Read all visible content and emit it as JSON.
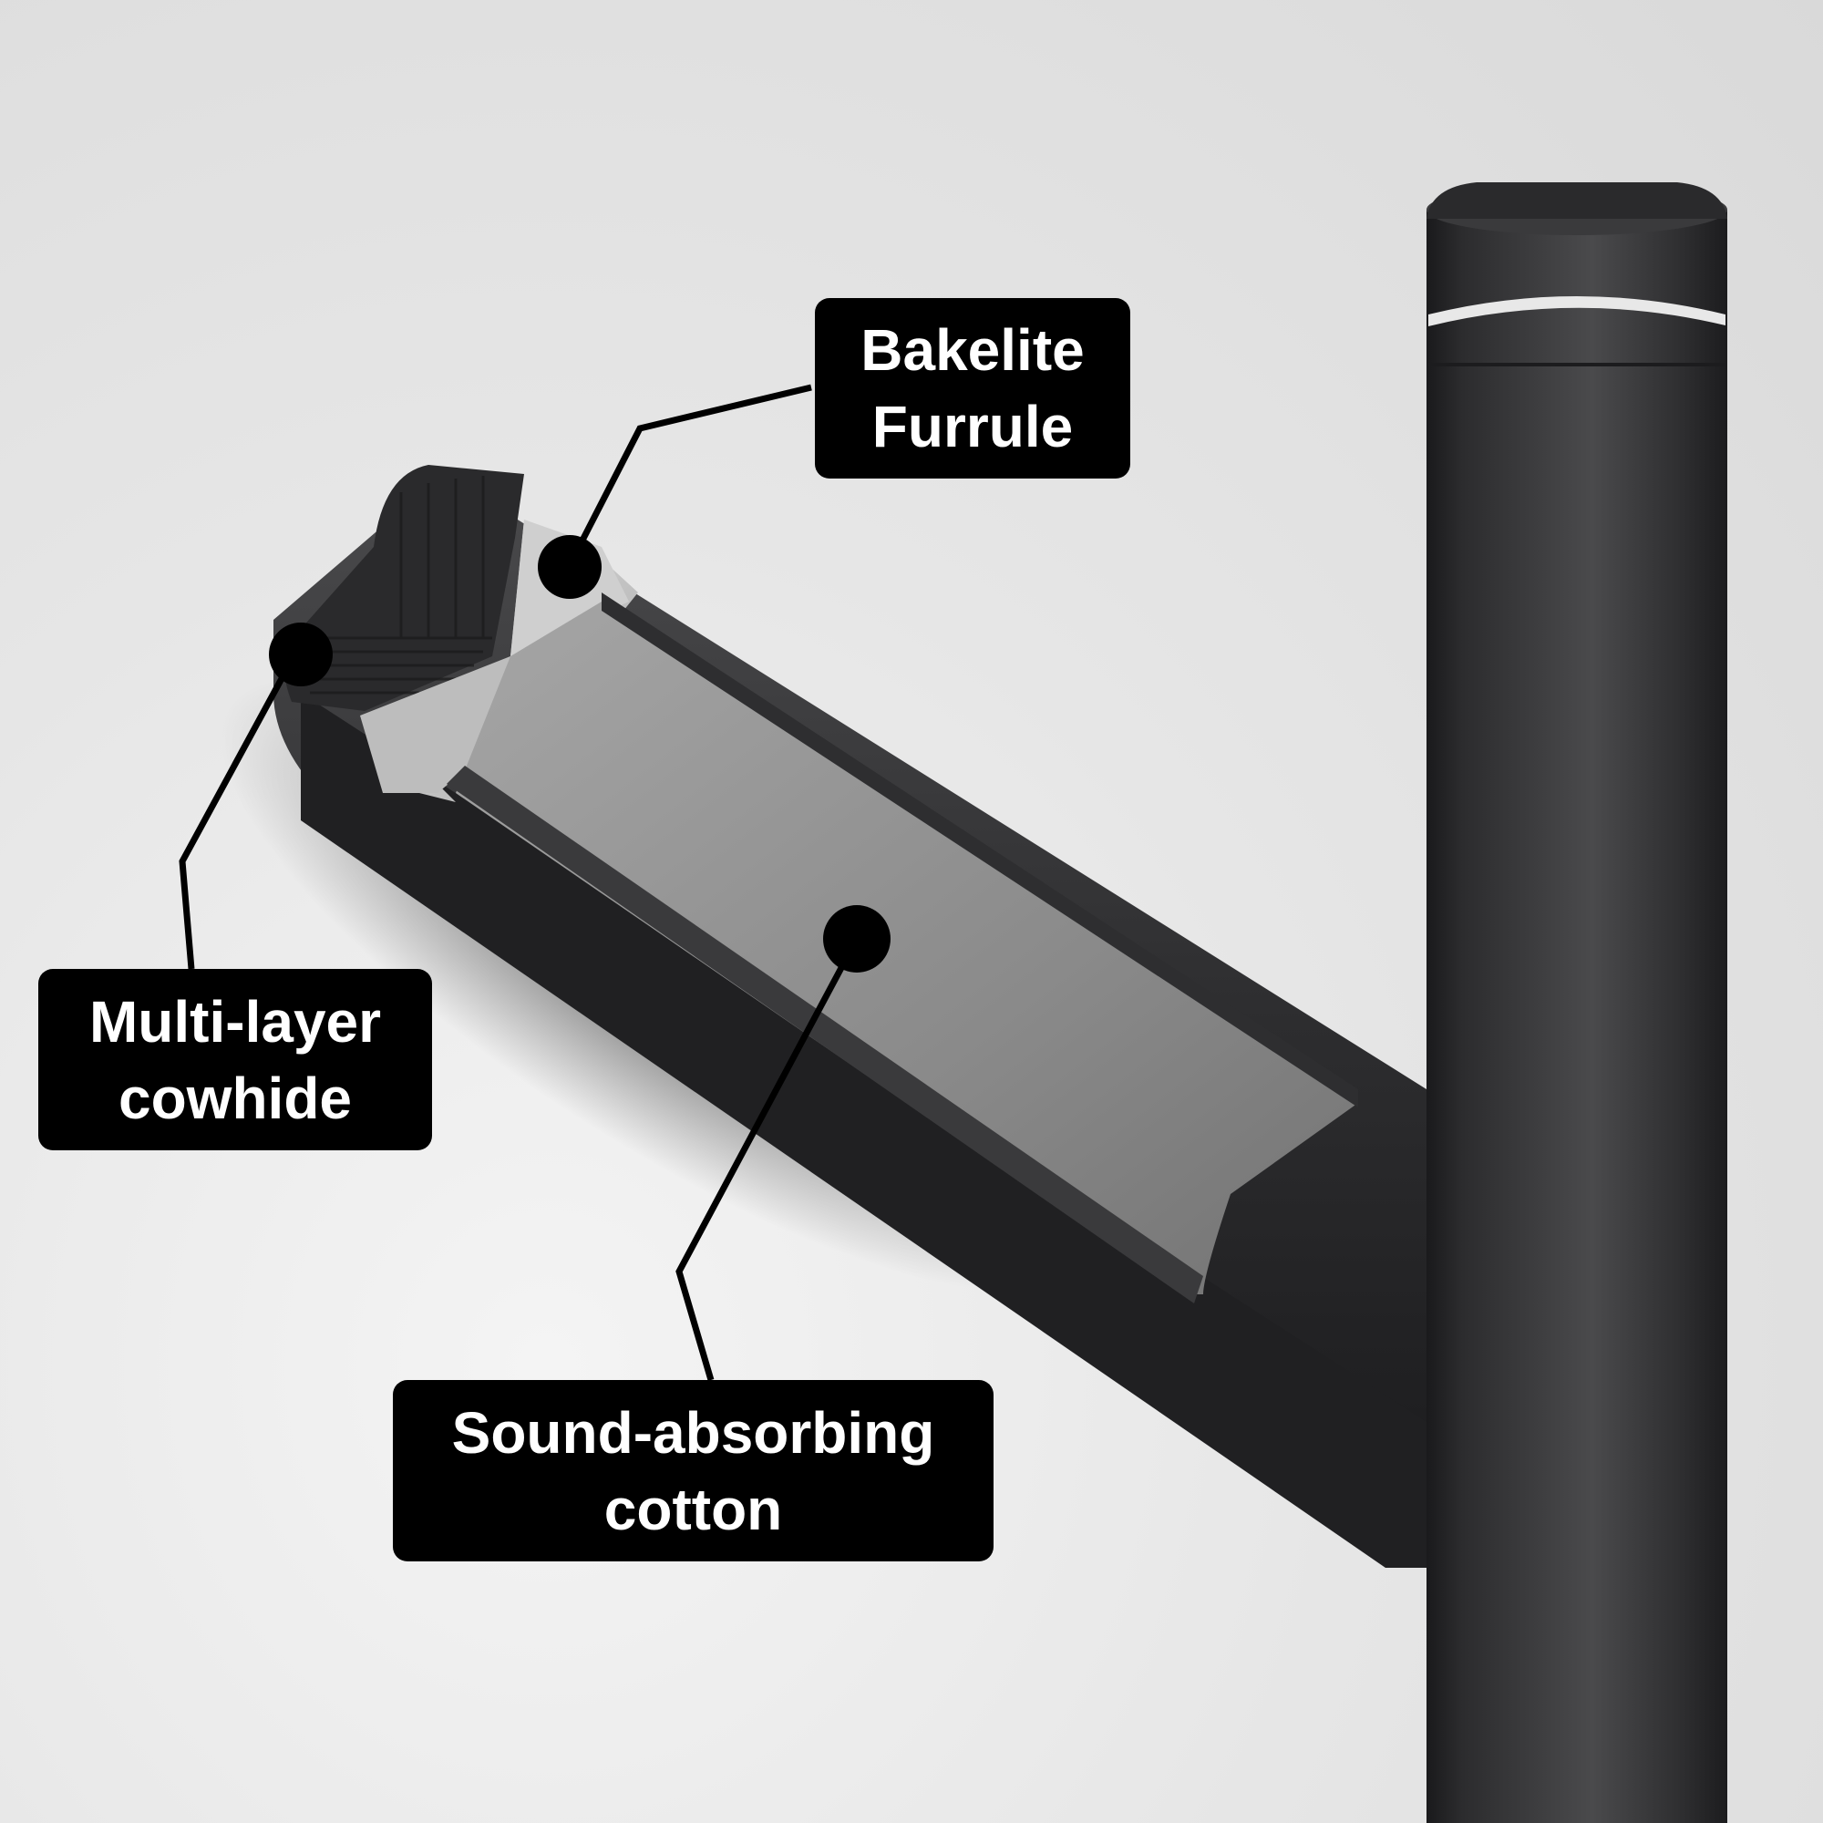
{
  "diagram": {
    "subject": "Cue stick with cutaway view of the tip section",
    "callouts": [
      {
        "id": "bakelite",
        "line1": "Bakelite",
        "line2": "Furrule"
      },
      {
        "id": "cowhide",
        "line1": "Multi-layer",
        "line2": "cowhide"
      },
      {
        "id": "cotton",
        "line1": "Sound-absorbing",
        "line2": "cotton"
      }
    ]
  },
  "colors": {
    "background": "#e2e2e2",
    "shaft": "#3a3a3c",
    "shaft_dark": "#1e1e20",
    "cutaway_fill": "#8a8a8a",
    "ferrule": "#d0d0d0",
    "label_bg": "#000000",
    "label_text": "#ffffff",
    "accent_ring": "#e8e8e8"
  }
}
